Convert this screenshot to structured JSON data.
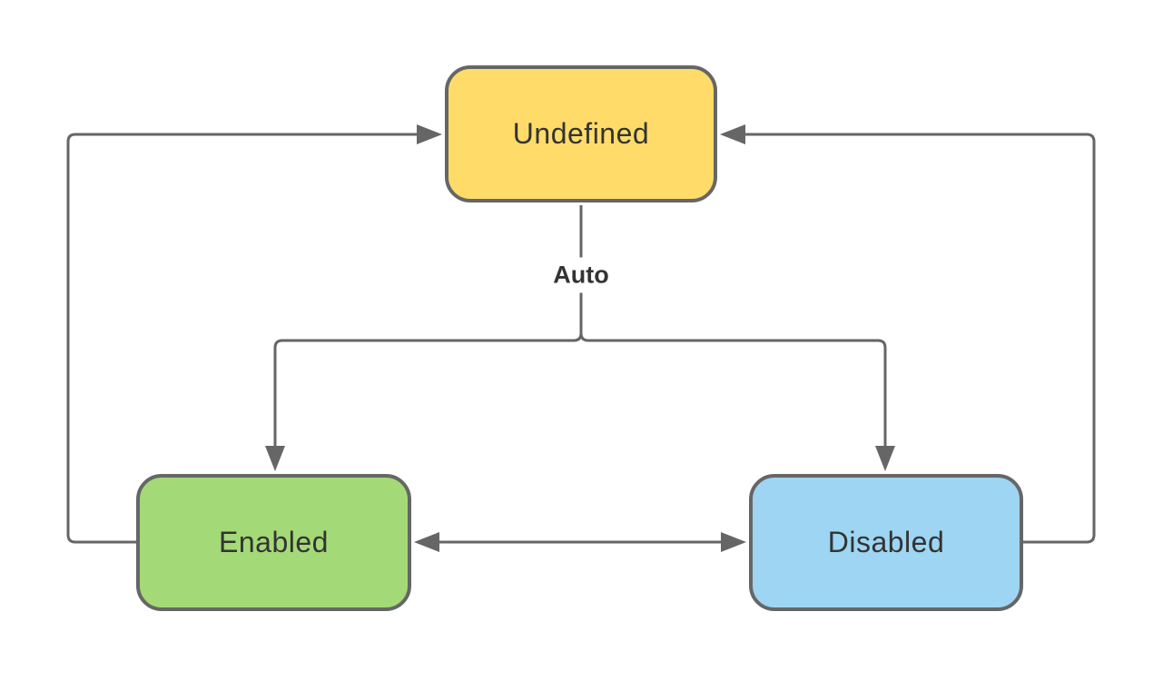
{
  "diagram": {
    "type": "state-diagram",
    "nodes": [
      {
        "id": "undefined",
        "label": "Undefined",
        "fill": "#FFDC69"
      },
      {
        "id": "enabled",
        "label": "Enabled",
        "fill": "#A3DA77"
      },
      {
        "id": "disabled",
        "label": "Disabled",
        "fill": "#9DD5F2"
      }
    ],
    "edges": [
      {
        "from": "undefined",
        "to": "enabled",
        "label": "Auto",
        "bidirectional": false
      },
      {
        "from": "undefined",
        "to": "disabled",
        "label": "Auto",
        "bidirectional": false
      },
      {
        "from": "enabled",
        "to": "undefined",
        "label": "",
        "bidirectional": false
      },
      {
        "from": "disabled",
        "to": "undefined",
        "label": "",
        "bidirectional": false
      },
      {
        "from": "enabled",
        "to": "disabled",
        "label": "",
        "bidirectional": true
      }
    ],
    "colors": {
      "stroke": "#666666",
      "text": "#333333",
      "background": "#ffffff"
    }
  }
}
